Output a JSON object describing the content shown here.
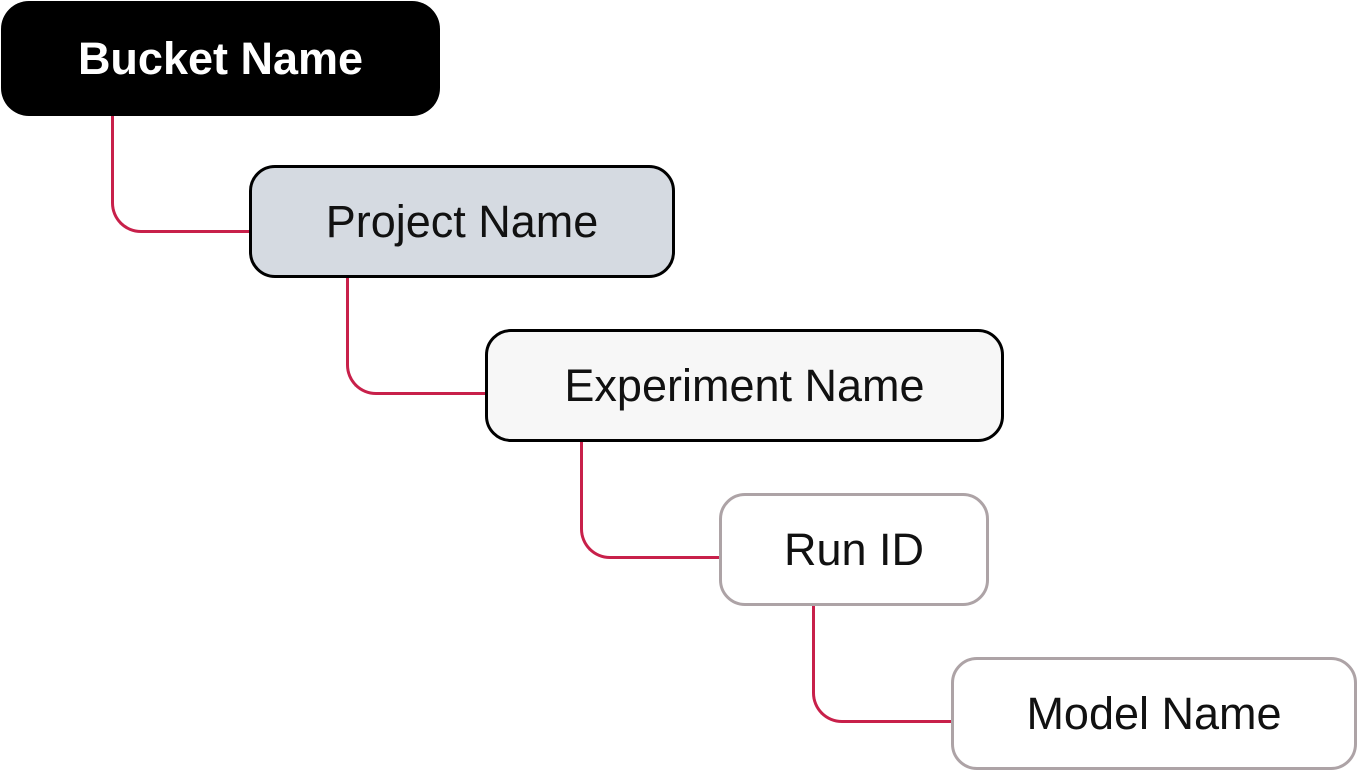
{
  "diagram": {
    "type": "hierarchy",
    "nodes": [
      {
        "id": "bucket",
        "label": "Bucket Name"
      },
      {
        "id": "project",
        "label": "Project Name"
      },
      {
        "id": "experiment",
        "label": "Experiment Name"
      },
      {
        "id": "run",
        "label": "Run ID"
      },
      {
        "id": "model",
        "label": "Model Name"
      }
    ],
    "edges": [
      {
        "from": "bucket",
        "to": "project"
      },
      {
        "from": "project",
        "to": "experiment"
      },
      {
        "from": "experiment",
        "to": "run"
      },
      {
        "from": "run",
        "to": "model"
      }
    ],
    "colors": {
      "connector": "#c8204a",
      "bucket_fill": "#000000",
      "project_fill": "#d5dae1",
      "experiment_fill": "#f7f7f7",
      "leaf_border": "#ada3a6"
    }
  }
}
